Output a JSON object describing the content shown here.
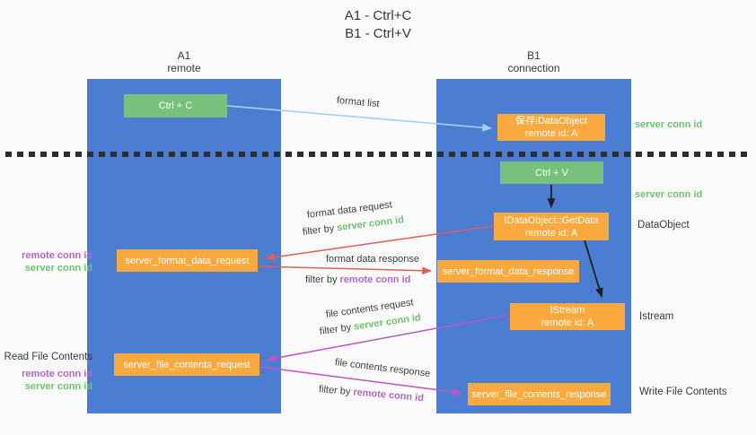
{
  "title": {
    "line1": "A1 - Ctrl+C",
    "line2": "B1 - Ctrl+V"
  },
  "columns": {
    "a1": {
      "title": "A1",
      "subtitle": "remote"
    },
    "b1": {
      "title": "B1",
      "subtitle": "connection"
    }
  },
  "boxes": {
    "ctrl_c": {
      "label": "Ctrl + C"
    },
    "save_idataobject": {
      "line1": "保存IDataObject",
      "line2": "remote id: A"
    },
    "ctrl_v": {
      "label": "Ctrl + V"
    },
    "getdata": {
      "line1": "IDataObject::GetData",
      "line2": "remote id: A"
    },
    "format_request": {
      "label": "server_format_data_request"
    },
    "format_response": {
      "label": "server_format_data_response"
    },
    "istream": {
      "line1": "IStream",
      "line2": "remote id: A"
    },
    "file_request": {
      "label": "server_file_contents_request"
    },
    "file_response": {
      "label": "server_file_contents_response"
    }
  },
  "side_labels": {
    "right_server_conn_top": "server conn id",
    "right_server_conn_mid": "server conn id",
    "right_dataobject": "DataObject",
    "right_istream": "Istream",
    "right_write_file": "Write File Contents",
    "left_remote_conn_1": "remote conn id",
    "left_server_conn_1": "server conn id",
    "left_read_file": "Read File Contents",
    "left_remote_conn_2": "remote conn id",
    "left_server_conn_2": "server conn id"
  },
  "arrow_labels": {
    "format_list": "format list",
    "format_data_request": "format data request",
    "filter_by": "filter by ",
    "filter_server_conn": "server conn id",
    "format_data_response": "format data response",
    "filter_remote_conn": "remote conn id",
    "file_contents_request": "file contents request",
    "file_contents_response": "file contents response"
  },
  "colors": {
    "column_blue": "#4b7dd3",
    "box_green": "#76c17c",
    "box_orange": "#f9a93e",
    "arrow_light_blue": "#a6cfee",
    "arrow_red": "#e25d55",
    "arrow_magenta": "#be55c5",
    "arrow_black": "#1f1f1f",
    "text_green": "#6dc36f",
    "text_purple": "#b168c9",
    "divider_black": "#2e2e2e"
  }
}
